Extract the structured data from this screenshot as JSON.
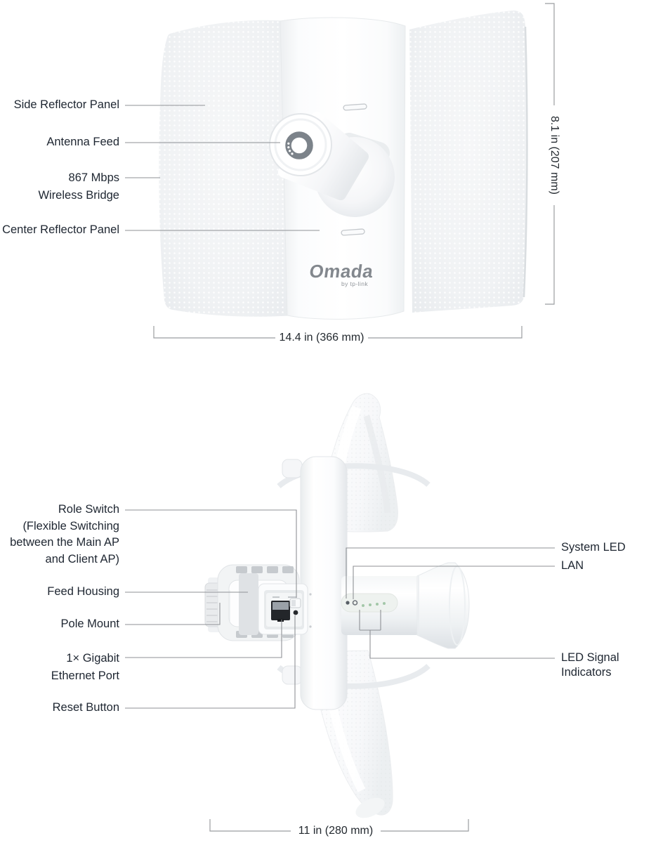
{
  "page": {
    "background": "#ffffff"
  },
  "colors": {
    "label_text": "#1e2631",
    "leader_line": "#8f9296",
    "dimension_line": "#9b9ea1",
    "logo_gray": "#84898f",
    "led_green": "#a3c7a8",
    "device_white": "#ffffff",
    "device_shade": "#e6e9ec"
  },
  "front_view": {
    "labels": {
      "side_reflector": "Side Reflector Panel",
      "antenna_feed": "Antenna Feed",
      "wireless_line1": "867 Mbps",
      "wireless_line2": "Wireless Bridge",
      "center_reflector": "Center Reflector Panel"
    },
    "dimensions": {
      "height": "8.1 in (207 mm)",
      "width": "14.4 in (366 mm)"
    },
    "logo": {
      "brand": "Omada",
      "byline": "by tp-link"
    }
  },
  "rear_view": {
    "labels_left": {
      "role_switch_line1": "Role Switch",
      "role_switch_line2": "(Flexible Switching",
      "role_switch_line3": "between the Main AP",
      "role_switch_line4": "and Client AP)",
      "feed_housing": "Feed Housing",
      "pole_mount": "Pole Mount",
      "ethernet_line1": "1× Gigabit",
      "ethernet_line2": "Ethernet Port",
      "reset_button": "Reset Button"
    },
    "labels_right": {
      "system_led": "System LED",
      "lan": "LAN",
      "led_signal": "LED Signal Indicators"
    },
    "dimensions": {
      "width": "11 in (280 mm)"
    }
  }
}
